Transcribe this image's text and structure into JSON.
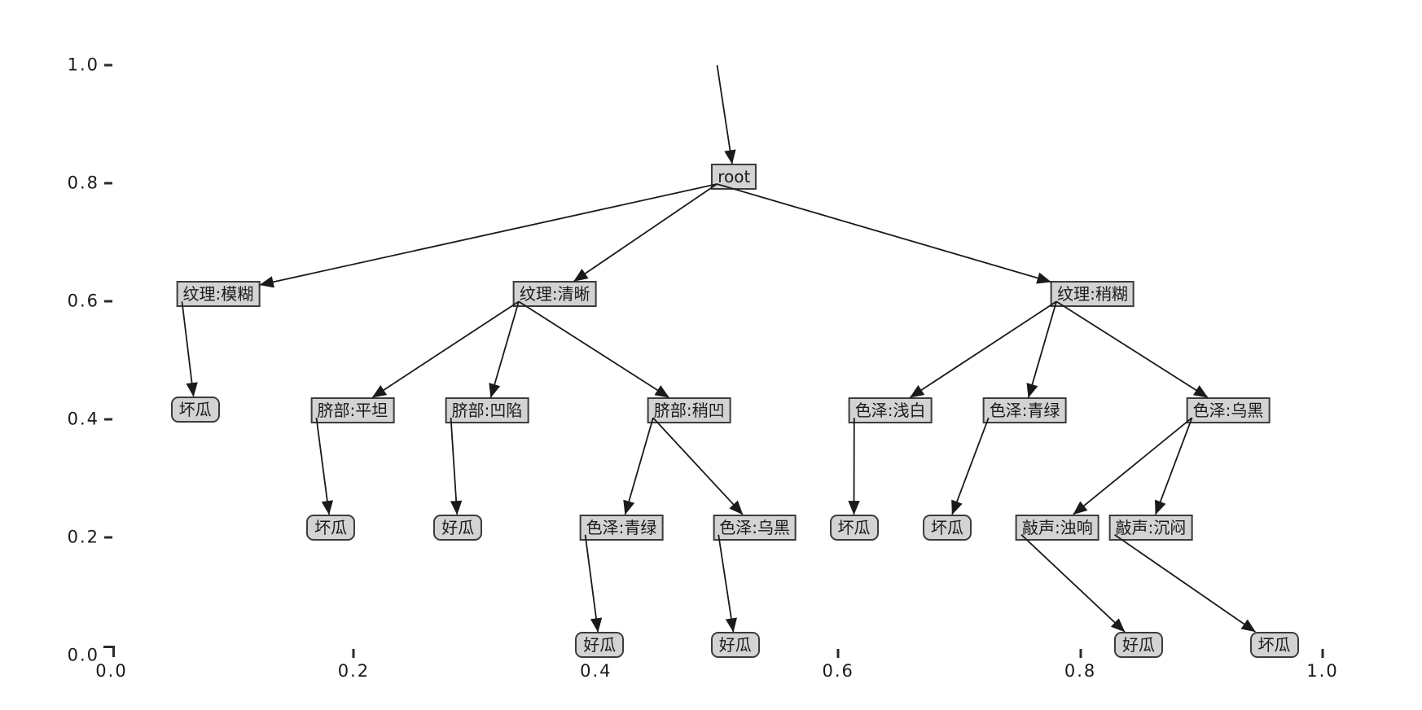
{
  "figure": {
    "background": "#ffffff",
    "node_fill": "#d3d3d3",
    "node_border": "#3c3c3c",
    "edge_color": "#1a1a1a",
    "text_color": "#1b1b1b"
  },
  "chart_data": {
    "type": "tree",
    "title": "",
    "xlabel": "",
    "ylabel": "",
    "xlim": [
      0.0,
      1.0
    ],
    "ylim": [
      0.0,
      1.0
    ],
    "grid": false,
    "x_axis": {
      "tick_labels": [
        "0.0",
        "0.2",
        "0.4",
        "0.6",
        "0.8",
        "1.0"
      ],
      "tick_values": [
        0.0,
        0.2,
        0.4,
        0.6,
        0.8,
        1.0
      ]
    },
    "y_axis": {
      "tick_labels": [
        "1.0",
        "0.8",
        "0.6",
        "0.4",
        "0.2",
        "0.0"
      ],
      "tick_values": [
        1.0,
        0.8,
        0.6,
        0.4,
        0.2,
        0.0
      ]
    },
    "start_point": {
      "x": 0.5,
      "y": 1.0
    },
    "nodes": [
      {
        "id": "root",
        "label": "root",
        "shape": "rect",
        "x": 0.514,
        "y": 0.811
      },
      {
        "id": "wenli-mohu",
        "label": "纹理:模糊",
        "shape": "rect",
        "x": 0.088,
        "y": 0.612
      },
      {
        "id": "wenli-qingxi",
        "label": "纹理:清晰",
        "shape": "rect",
        "x": 0.366,
        "y": 0.612
      },
      {
        "id": "wenli-shaohu",
        "label": "纹理:稍糊",
        "shape": "rect",
        "x": 0.81,
        "y": 0.612
      },
      {
        "id": "leaf-1",
        "label": "坏瓜",
        "shape": "round",
        "x": 0.069,
        "y": 0.417
      },
      {
        "id": "qibu-pingtan",
        "label": "脐部:平坦",
        "shape": "rect",
        "x": 0.199,
        "y": 0.415
      },
      {
        "id": "qibu-aoxian",
        "label": "脐部:凹陷",
        "shape": "rect",
        "x": 0.31,
        "y": 0.415
      },
      {
        "id": "qibu-shaoao",
        "label": "脐部:稍凹",
        "shape": "rect",
        "x": 0.477,
        "y": 0.415
      },
      {
        "id": "seze-qianbai",
        "label": "色泽:浅白",
        "shape": "rect",
        "x": 0.643,
        "y": 0.415
      },
      {
        "id": "seze-qinglv-1",
        "label": "色泽:青绿",
        "shape": "rect",
        "x": 0.754,
        "y": 0.415
      },
      {
        "id": "seze-wuhei-1",
        "label": "色泽:乌黑",
        "shape": "rect",
        "x": 0.922,
        "y": 0.415
      },
      {
        "id": "leaf-2",
        "label": "坏瓜",
        "shape": "round",
        "x": 0.181,
        "y": 0.217
      },
      {
        "id": "leaf-3",
        "label": "好瓜",
        "shape": "round",
        "x": 0.286,
        "y": 0.217
      },
      {
        "id": "seze-qinglv-2",
        "label": "色泽:青绿",
        "shape": "rect",
        "x": 0.421,
        "y": 0.217
      },
      {
        "id": "seze-wuhei-2",
        "label": "色泽:乌黑",
        "shape": "rect",
        "x": 0.531,
        "y": 0.217
      },
      {
        "id": "leaf-4",
        "label": "坏瓜",
        "shape": "round",
        "x": 0.613,
        "y": 0.217
      },
      {
        "id": "leaf-5",
        "label": "坏瓜",
        "shape": "round",
        "x": 0.69,
        "y": 0.217
      },
      {
        "id": "qiaosheng-zhuoxiang",
        "label": "敲声:浊响",
        "shape": "rect",
        "x": 0.781,
        "y": 0.217
      },
      {
        "id": "qiaosheng-chenmen",
        "label": "敲声:沉闷",
        "shape": "rect",
        "x": 0.858,
        "y": 0.217
      },
      {
        "id": "leaf-6",
        "label": "好瓜",
        "shape": "round",
        "x": 0.403,
        "y": 0.018
      },
      {
        "id": "leaf-7",
        "label": "好瓜",
        "shape": "round",
        "x": 0.515,
        "y": 0.018
      },
      {
        "id": "leaf-8",
        "label": "好瓜",
        "shape": "round",
        "x": 0.848,
        "y": 0.018
      },
      {
        "id": "leaf-9",
        "label": "坏瓜",
        "shape": "round",
        "x": 0.96,
        "y": 0.018
      }
    ],
    "edges": [
      {
        "from": "start",
        "to": "root"
      },
      {
        "from": "root",
        "to": "wenli-mohu"
      },
      {
        "from": "root",
        "to": "wenli-qingxi"
      },
      {
        "from": "root",
        "to": "wenli-shaohu"
      },
      {
        "from": "wenli-mohu",
        "to": "leaf-1"
      },
      {
        "from": "wenli-qingxi",
        "to": "qibu-pingtan"
      },
      {
        "from": "wenli-qingxi",
        "to": "qibu-aoxian"
      },
      {
        "from": "wenli-qingxi",
        "to": "qibu-shaoao"
      },
      {
        "from": "wenli-shaohu",
        "to": "seze-qianbai"
      },
      {
        "from": "wenli-shaohu",
        "to": "seze-qinglv-1"
      },
      {
        "from": "wenli-shaohu",
        "to": "seze-wuhei-1"
      },
      {
        "from": "qibu-pingtan",
        "to": "leaf-2"
      },
      {
        "from": "qibu-aoxian",
        "to": "leaf-3"
      },
      {
        "from": "qibu-shaoao",
        "to": "seze-qinglv-2"
      },
      {
        "from": "qibu-shaoao",
        "to": "seze-wuhei-2"
      },
      {
        "from": "seze-qianbai",
        "to": "leaf-4"
      },
      {
        "from": "seze-qinglv-1",
        "to": "leaf-5"
      },
      {
        "from": "seze-wuhei-1",
        "to": "qiaosheng-zhuoxiang"
      },
      {
        "from": "seze-wuhei-1",
        "to": "qiaosheng-chenmen"
      },
      {
        "from": "seze-qinglv-2",
        "to": "leaf-6"
      },
      {
        "from": "seze-wuhei-2",
        "to": "leaf-7"
      },
      {
        "from": "qiaosheng-zhuoxiang",
        "to": "leaf-8"
      },
      {
        "from": "qiaosheng-chenmen",
        "to": "leaf-9"
      }
    ]
  }
}
